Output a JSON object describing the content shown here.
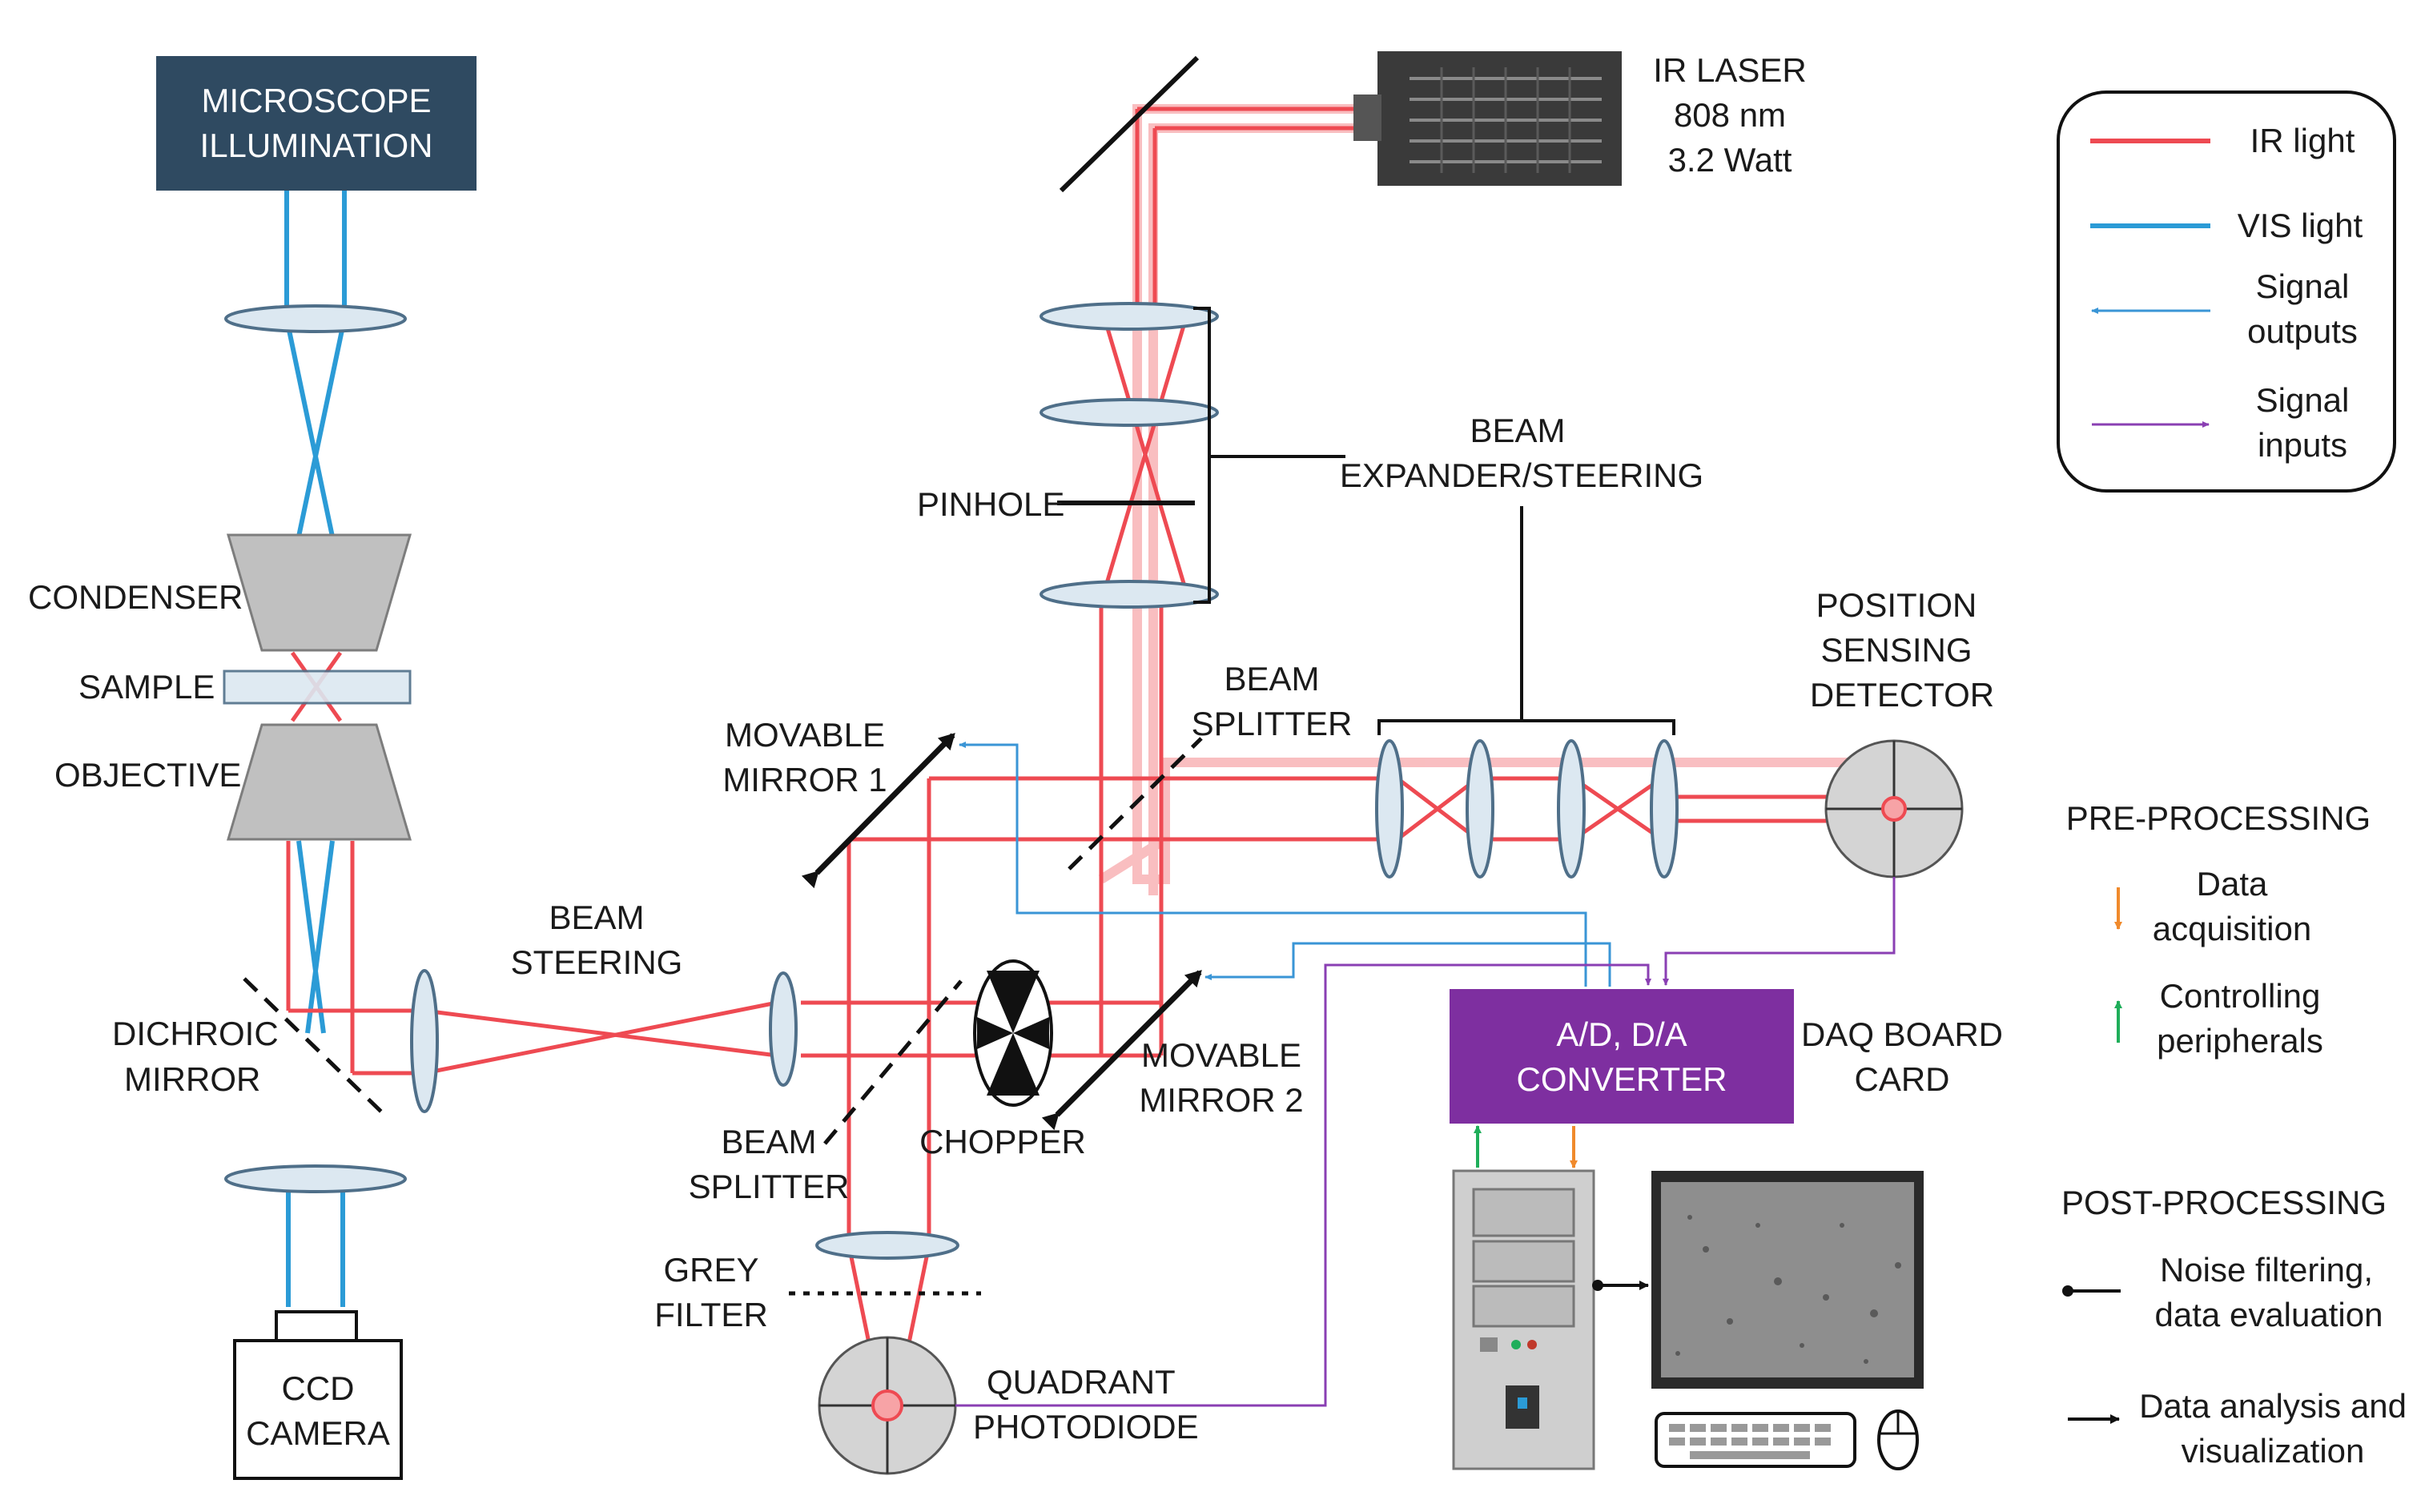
{
  "labels": {
    "microscope_illumination": [
      "MICROSCOPE",
      "ILLUMINATION"
    ],
    "condenser": "CONDENSER",
    "sample": "SAMPLE",
    "objective": "OBJECTIVE",
    "dichroic_mirror": [
      "DICHROIC",
      "MIRROR"
    ],
    "ccd_camera": [
      "CCD",
      "CAMERA"
    ],
    "beam_steering": [
      "BEAM",
      "STEERING"
    ],
    "beam_splitter_lower": [
      "BEAM",
      "SPLITTER"
    ],
    "beam_splitter_upper": [
      "BEAM",
      "SPLITTER"
    ],
    "grey_filter": [
      "GREY",
      "FILTER"
    ],
    "quadrant_photodiode": [
      "QUADRANT",
      "PHOTODIODE"
    ],
    "chopper": "CHOPPER",
    "movable_mirror_1": [
      "MOVABLE",
      "MIRROR 1"
    ],
    "movable_mirror_2": [
      "MOVABLE",
      "MIRROR 2"
    ],
    "pinhole": "PINHOLE",
    "ir_laser": [
      "IR LASER",
      "808 nm",
      "3.2 Watt"
    ],
    "beam_expander": [
      "BEAM",
      "EXPANDER/STEERING"
    ],
    "position_sensing_detector": [
      "POSITION",
      "SENSING",
      "DETECTOR"
    ],
    "converter": [
      "A/D, D/A",
      "CONVERTER"
    ],
    "daq_board": [
      "DAQ BOARD",
      "CARD"
    ]
  },
  "legend": {
    "ir_light": "IR light",
    "vis_light": "VIS light",
    "signal_outputs": [
      "Signal",
      "outputs"
    ],
    "signal_inputs": [
      "Signal",
      "inputs"
    ]
  },
  "processing": {
    "pre_title": "PRE-PROCESSING",
    "data_acquisition": [
      "Data",
      "acquisition"
    ],
    "controlling_peripherals": [
      "Controlling",
      "peripherals"
    ],
    "post_title": "POST-PROCESSING",
    "noise_filtering": [
      "Noise filtering,",
      "data evaluation"
    ],
    "data_analysis": [
      "Data analysis and",
      "visualization"
    ]
  },
  "colors": {
    "ir": "#ee4a52",
    "ir_glow": "#f7a3a6",
    "vis": "#2b9bd6",
    "signal_out": "#3a95d6",
    "signal_in": "#8a3fb3",
    "acquisition": "#f08a2c",
    "control": "#1fae5a",
    "converter_fill": "#7e2fa0",
    "illumination_fill": "#2f4a61",
    "lens_fill": "#dce8f1",
    "lens_stroke": "#4f6f89",
    "metal": "#c0c0c0"
  }
}
